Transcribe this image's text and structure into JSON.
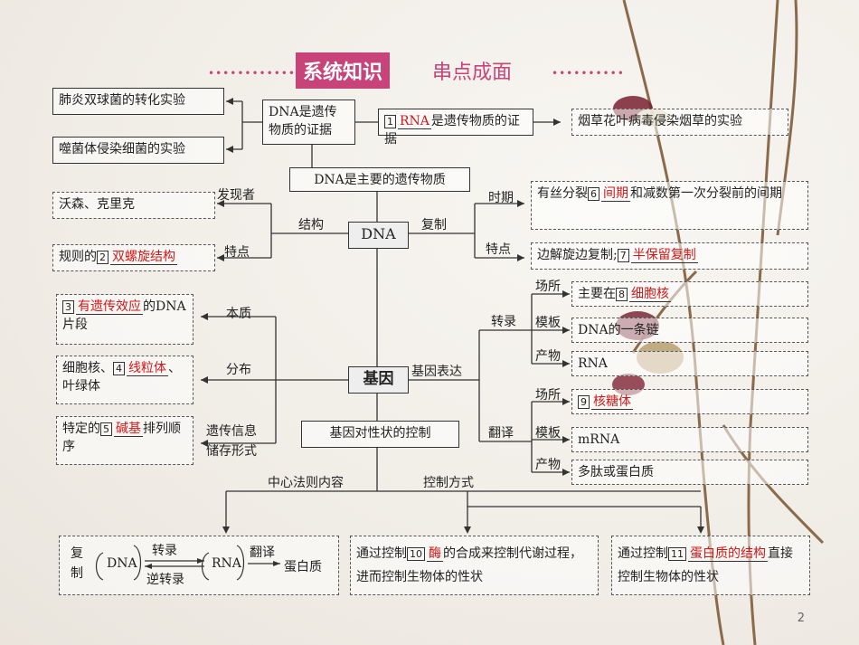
{
  "title": {
    "main": "系统知识",
    "sub": "串点成面"
  },
  "dna_evidence": {
    "center": "DNA是遗传物质的证据",
    "left1": "肺炎双球菌的转化实验",
    "left2": "噬菌体侵染细菌的实验",
    "num1": "1",
    "rna": "RNA",
    "rna_rest": "是遗传物质的证据",
    "right": "烟草花叶病毒侵染烟草的实验"
  },
  "main_material": "DNA是主要的遗传物质",
  "dna": {
    "label": "DNA",
    "structure": "结构",
    "discoverer": "发现者",
    "feature": "特点",
    "discoverer_box": "沃森、克里克",
    "feature_pre": "规则的",
    "num2": "2",
    "feature_ans": "双螺旋结构",
    "replication": "复制",
    "period": "时期",
    "rep_feature": "特点",
    "period_pre": "有丝分裂",
    "num6": "6",
    "period_ans": "间期",
    "period_post": "和减数第一次分裂前的间期",
    "rep_feat_pre": "边解旋边复制;",
    "num7": "7",
    "rep_feat_ans": "半保留复制"
  },
  "gene": {
    "label": "基因",
    "essence": "本质",
    "distribution": "分布",
    "info": "遗传信息储存形式",
    "num3": "3",
    "essence_ans": "有遗传效应",
    "essence_post": "的DNA片段",
    "dist_pre": "细胞核、",
    "num4": "4",
    "dist_ans": "线粒体",
    "dist_post": "、叶绿体",
    "info_pre": "特定的",
    "num5": "5",
    "info_ans": "碱基",
    "info_post": "排列顺序",
    "expression": "基因表达",
    "transcription": "转录",
    "translation": "翻译",
    "site": "场所",
    "template": "模板",
    "product": "产物",
    "t_site_pre": "主要在",
    "num8": "8",
    "t_site_ans": "细胞核",
    "t_template": "DNA的一条链",
    "t_product": "RNA",
    "num9": "9",
    "tr_site_ans": "核糖体",
    "tr_template": "mRNA",
    "tr_product": "多肽或蛋白质"
  },
  "control": {
    "title": "基因对性状的控制",
    "central": "中心法则内容",
    "way": "控制方式",
    "rep": "复制",
    "dna": "DNA",
    "transcribe": "转录",
    "reverse": "逆转录",
    "rna": "RNA",
    "translate": "翻译",
    "protein": "蛋白质",
    "ind_pre": "通过控制",
    "num10": "10",
    "ind_ans": "酶",
    "ind_post": "的合成来控制代谢过程，进而控制生物体的性状",
    "dir_pre": "通过控制",
    "num11": "11",
    "dir_ans": "蛋白质的结构",
    "dir_post": "直接控制生物体的性状"
  },
  "page_number": "2"
}
